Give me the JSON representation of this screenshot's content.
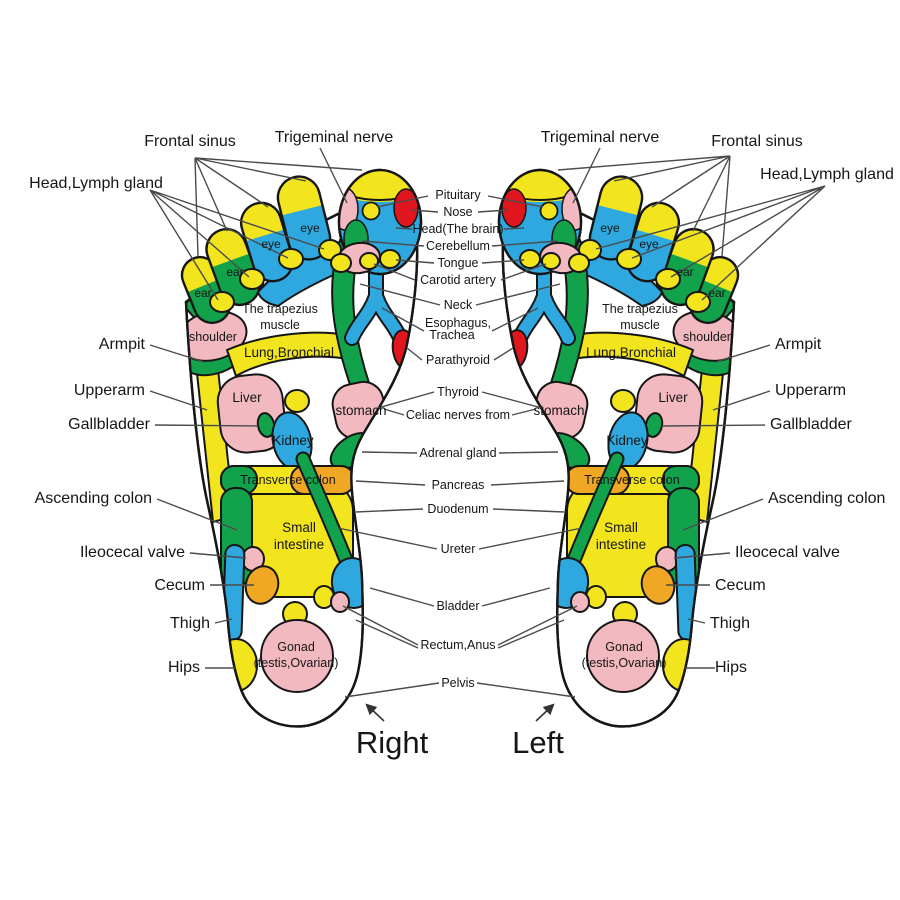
{
  "labels": {
    "frontal_sinus": "Frontal sinus",
    "trigeminal_nerve": "Trigeminal nerve",
    "head_lymph_gland": "Head,Lymph gland",
    "pituitary": "Pituitary",
    "nose": "Nose",
    "head_brain": "Head(The brain)",
    "cerebellum": "Cerebellum",
    "tongue": "Tongue",
    "carotid_artery": "Carotid artery",
    "neck": "Neck",
    "esophagus": [
      "Esophagus,",
      "Trachea"
    ],
    "parathyroid": "Parathyroid",
    "thyroid": "Thyroid",
    "celiac_nerves": "Celiac nerves from",
    "adrenal_gland": "Adrenal gland",
    "pancreas": "Pancreas",
    "duodenum": "Duodenum",
    "ureter": "Ureter",
    "bladder": "Bladder",
    "rectum_anus": "Rectum,Anus",
    "pelvis": "Pelvis",
    "armpit": "Armpit",
    "upperarm": "Upperarm",
    "gallbladder": "Gallbladder",
    "ascending_colon": "Ascending colon",
    "ileocecal_valve": "Ileocecal valve",
    "cecum": "Cecum",
    "thigh": "Thigh",
    "hips": "Hips"
  },
  "zones": {
    "eye": "eye",
    "ear": "ear",
    "shoulder": "shoulder",
    "trapezius": [
      "The trapezius",
      "muscle"
    ],
    "lung_bronchial": "Lung,Bronchial",
    "liver": "Liver",
    "stomach": "stomach",
    "kidney": "Kidney",
    "transverse_colon": "Transverse colon",
    "small_intestine": [
      "Small",
      "intestine"
    ],
    "gonad": [
      "Gonad",
      "(testis,Ovarian)"
    ]
  },
  "footer": {
    "right": "Right",
    "left": "Left"
  },
  "colors": {
    "zone_yellow": "#F2E51E",
    "zone_blue": "#2FA8DF",
    "zone_green": "#13A24C",
    "zone_pink": "#F2B9C1",
    "zone_red": "#E0161E",
    "zone_orange": "#F0A824",
    "outline": "#161616",
    "leader_line": "#4b4b4b",
    "background": "#ffffff"
  }
}
